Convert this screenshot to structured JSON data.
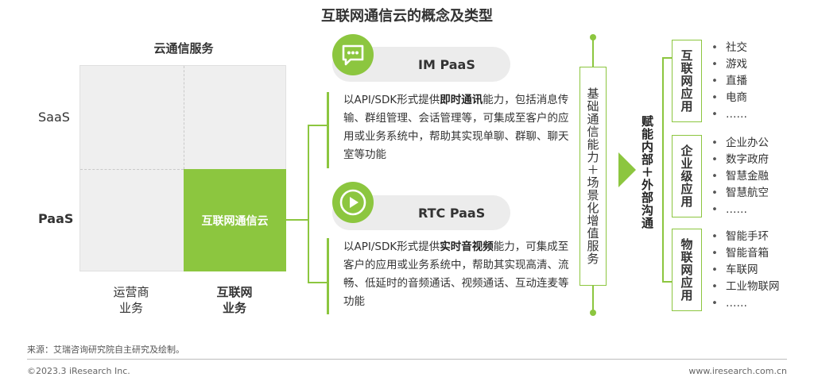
{
  "title": "互联网通信云的概念及类型",
  "quadrant": {
    "title": "云通信服务",
    "y_labels": [
      "SaaS",
      "PaaS"
    ],
    "x_labels": [
      {
        "line1": "运营商",
        "line2": "业务"
      },
      {
        "line1": "互联网",
        "line2": "业务"
      }
    ],
    "highlight": "互联网通信云"
  },
  "im": {
    "label": "IM PaaS",
    "icon": "chat-bubble-icon",
    "desc_pre": "以API/SDK形式提供",
    "desc_bold": "即时通讯",
    "desc_post": "能力，包括消息传输、群组管理、会话管理等，可集成至客户的应用或业务系统中，帮助其实现单聊、群聊、聊天室等功能"
  },
  "rtc": {
    "label": "RTC PaaS",
    "icon": "play-icon",
    "desc_pre": "以API/SDK形式提供",
    "desc_bold": "实时音视频",
    "desc_post": "能力，可集成至客户的应用或业务系统中，帮助其实现高清、流畅、低延时的音频通话、视频通话、互动连麦等功能"
  },
  "middle_column": "基础通信能力＋场景化增值服务",
  "empower": "赋能内部＋外部沟通",
  "categories": [
    {
      "name": "互联网应用",
      "items": [
        "社交",
        "游戏",
        "直播",
        "电商",
        "……"
      ]
    },
    {
      "name": "企业级应用",
      "items": [
        "企业办公",
        "数字政府",
        "智慧金融",
        "智慧航空",
        "……"
      ]
    },
    {
      "name": "物联网应用",
      "items": [
        "智能手环",
        "智能音箱",
        "车联网",
        "工业物联网",
        "……"
      ]
    }
  ],
  "source": "来源：艾瑞咨询研究院自主研究及绘制。",
  "copyright": "©2023.3 iResearch Inc.",
  "website": "www.iresearch.com.cn",
  "colors": {
    "accent": "#8cc63f",
    "panel": "#efefef",
    "pill": "#ececec"
  }
}
